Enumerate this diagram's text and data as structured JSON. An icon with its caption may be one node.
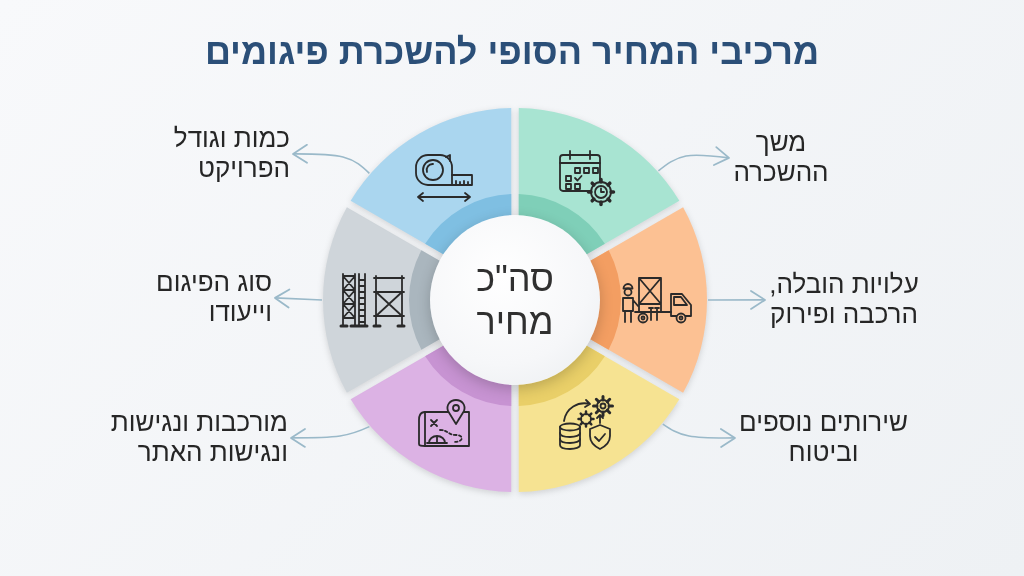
{
  "diagram": {
    "title": "מרכיבי המחיר הסופי להשכרת פיגומים",
    "nodes": [
      {
        "text": [
          "סה\"כ מחיר"
        ]
      },
      {
        "text": [],
        "shape": "wedge"
      },
      {
        "text": [],
        "shape": "wedge"
      },
      {
        "text": [],
        "shape": "wedge"
      },
      {
        "text": [],
        "shape": "wedge"
      },
      {
        "text": [],
        "shape": "wedge"
      },
      {
        "text": [],
        "shape": "wedge"
      },
      {
        "text": [
          "משך ההשכרה"
        ]
      },
      {
        "text": [
          "עלויות הובלה, הרכבה ופירוק"
        ]
      },
      {
        "text": [
          "שירותים נוספים וביטוח"
        ]
      },
      {
        "text": [
          "מורכבות ונגישות ונגישות האתר"
        ]
      },
      {
        "text": [
          "סוג הפיגום וייעודו"
        ]
      },
      {
        "text": [
          "כמות וגודל הפרויקט"
        ]
      }
    ],
    "edges": [
      {
        "from": 1,
        "to": 7,
        "arrow": "to"
      },
      {
        "from": 2,
        "to": 8,
        "arrow": "to"
      },
      {
        "from": 3,
        "to": 9,
        "arrow": "to"
      },
      {
        "from": 4,
        "to": 10,
        "arrow": "to"
      },
      {
        "from": 5,
        "to": 11,
        "arrow": "to"
      },
      {
        "from": 6,
        "to": 12,
        "arrow": "to"
      }
    ]
  }
}
